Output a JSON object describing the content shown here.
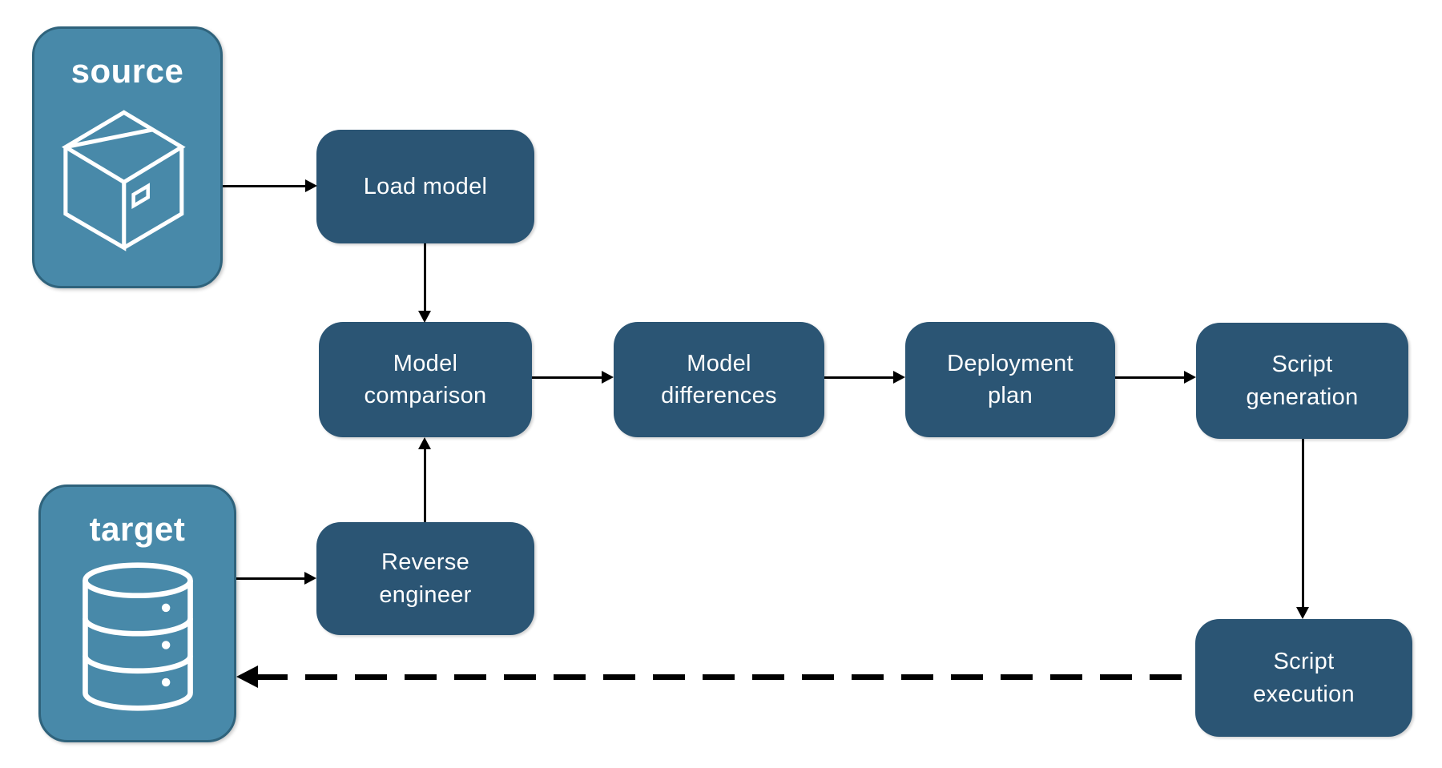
{
  "endpoints": {
    "source": {
      "label": "source",
      "icon": "package-icon"
    },
    "target": {
      "label": "target",
      "icon": "database-icon"
    }
  },
  "nodes": {
    "load_model": {
      "label": "Load model"
    },
    "model_comparison": {
      "label": "Model comparison"
    },
    "model_differences": {
      "label": "Model differences"
    },
    "deployment_plan": {
      "label": "Deployment plan"
    },
    "script_generation": {
      "label": "Script generation"
    },
    "reverse_engineer": {
      "label": "Reverse engineer"
    },
    "script_execution": {
      "label": "Script execution"
    }
  },
  "edges": [
    {
      "from": "source",
      "to": "load_model",
      "style": "solid-arrow"
    },
    {
      "from": "load_model",
      "to": "model_comparison",
      "style": "solid-arrow"
    },
    {
      "from": "model_comparison",
      "to": "model_differences",
      "style": "solid-arrow"
    },
    {
      "from": "model_differences",
      "to": "deployment_plan",
      "style": "solid-arrow"
    },
    {
      "from": "deployment_plan",
      "to": "script_generation",
      "style": "solid-arrow"
    },
    {
      "from": "script_generation",
      "to": "script_execution",
      "style": "solid-arrow"
    },
    {
      "from": "target",
      "to": "reverse_engineer",
      "style": "solid-arrow"
    },
    {
      "from": "reverse_engineer",
      "to": "model_comparison",
      "style": "solid-arrow"
    },
    {
      "from": "script_execution",
      "to": "target",
      "style": "dashed-arrow"
    }
  ],
  "colors": {
    "node_fill": "#2B5574",
    "endpoint_fill": "#4889A9",
    "endpoint_border": "#2F637C",
    "arrow": "#000000",
    "text": "#FFFFFF"
  }
}
